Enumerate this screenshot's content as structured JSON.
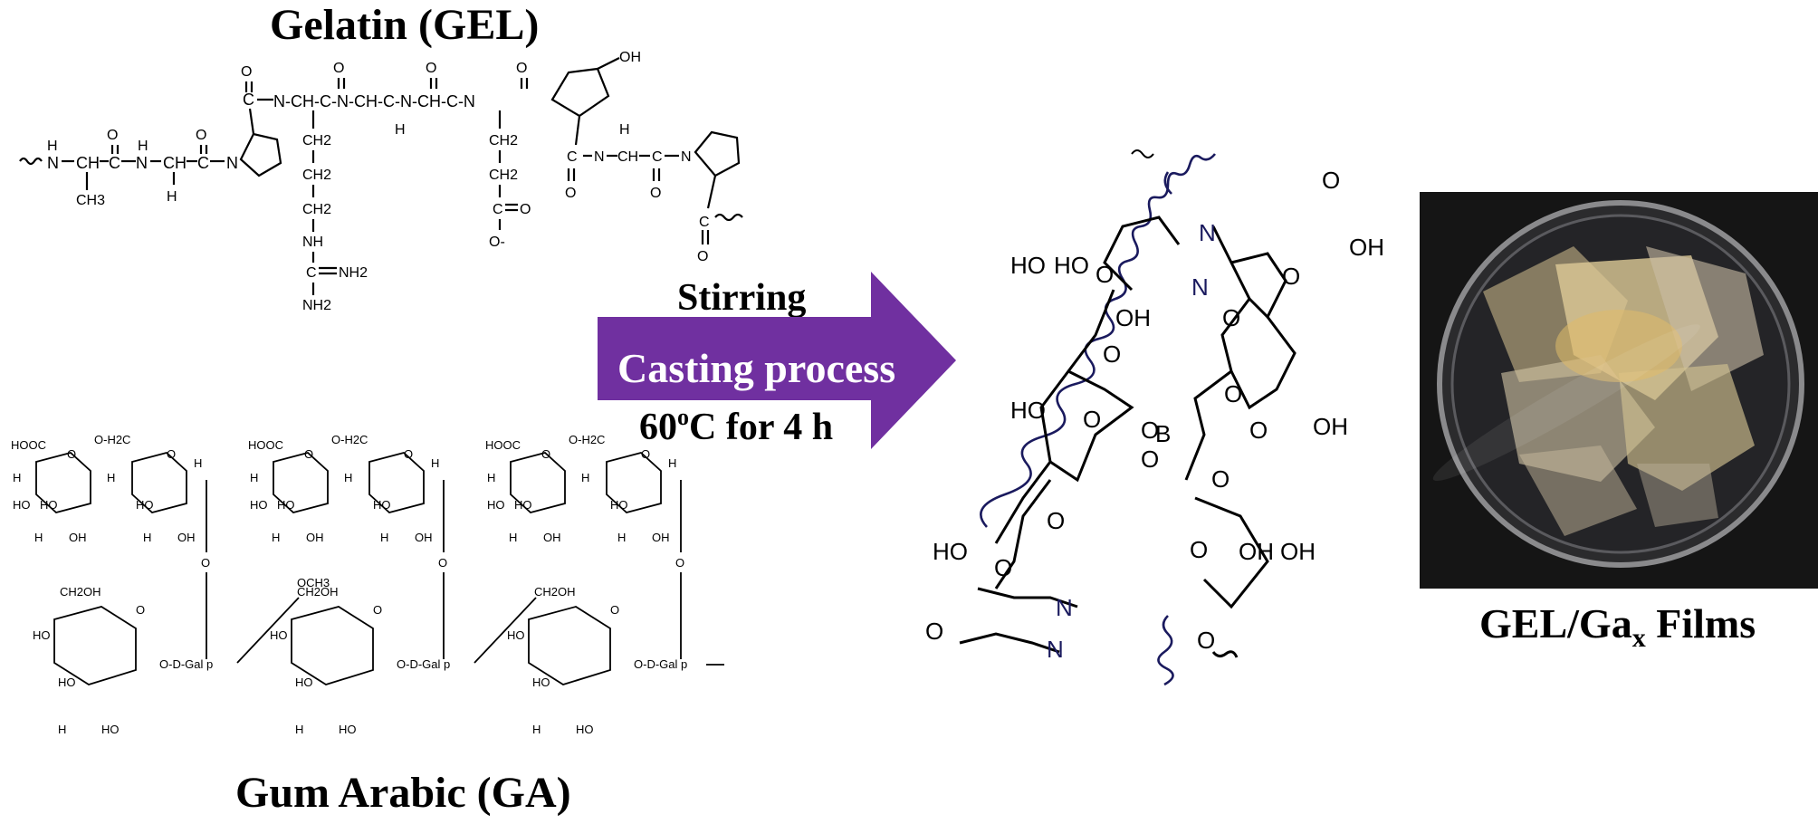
{
  "titles": {
    "gelatin": "Gelatin (GEL)",
    "gum_arabic": "Gum Arabic (GA)",
    "films_main": "GEL/Ga",
    "films_sub": "x",
    "films_tail": " Films"
  },
  "process": {
    "stirring": "Stirring",
    "arrow_label": "Casting process",
    "temp_prefix": "60",
    "temp_sup": "o",
    "temp_suffix": "C for 4 h"
  },
  "gelatin_labels": {
    "o": "O",
    "n": "N",
    "h": "H",
    "oh": "OH",
    "ch": "CH",
    "c": "C",
    "nh": "NH",
    "nh2": "NH2",
    "ch2": "CH2",
    "ch3": "CH3",
    "o_minus": "O-",
    "chain_left": "-N-CH-C-N-CH-C-N",
    "mid": "N-CH-C-N-CH-C-N-CH-C-N"
  },
  "gum_labels": {
    "cooh": "HOOC",
    "o_h2c": "O-H2C",
    "h": "H",
    "ho": "HO",
    "oh": "OH",
    "o": "O",
    "ch2oh": "CH2OH",
    "och3": "OCH3",
    "galp": "O-D-Gal p",
    "galp_end": "O-D-Gal p -"
  },
  "network_labels": {
    "ho": "HO",
    "oh": "OH",
    "o": "O",
    "n": "N",
    "b": "B"
  },
  "colors": {
    "arrow": "#7030a0",
    "bond": "#000000",
    "chain": "#1a1a5e",
    "photo_bg": "#151515",
    "film": "#e6d19a"
  }
}
